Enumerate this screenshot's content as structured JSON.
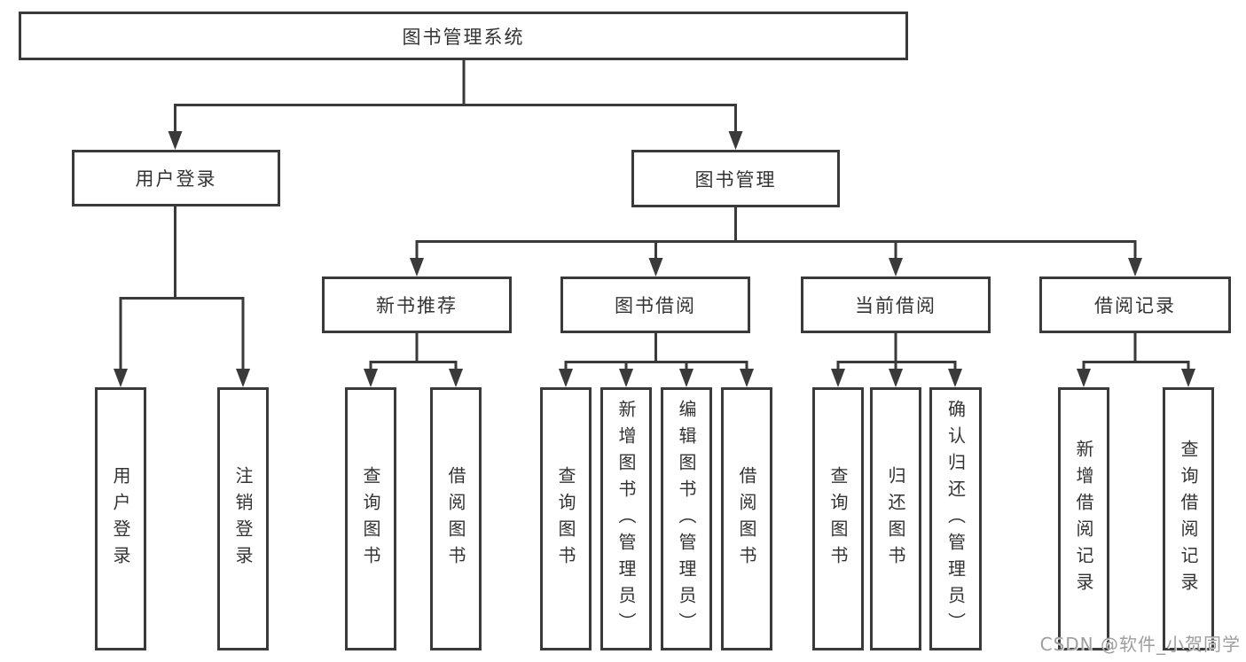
{
  "diagram": {
    "title_node": "图书管理系统",
    "root": {
      "label": "图书管理系统"
    },
    "branches": [
      {
        "label": "用户登录",
        "children": [
          {
            "label": "用户登录"
          },
          {
            "label": "注销登录"
          }
        ]
      },
      {
        "label": "图书管理",
        "children": [
          {
            "label": "新书推荐",
            "children": [
              {
                "label": "查询图书"
              },
              {
                "label": "借阅图书"
              }
            ]
          },
          {
            "label": "图书借阅",
            "children": [
              {
                "label": "查询图书"
              },
              {
                "label": "新增图书（管理员）"
              },
              {
                "label": "编辑图书（管理员）"
              },
              {
                "label": "借阅图书"
              }
            ]
          },
          {
            "label": "当前借阅",
            "children": [
              {
                "label": "查询图书"
              },
              {
                "label": "归还图书"
              },
              {
                "label": "确认归还（管理员）"
              }
            ]
          },
          {
            "label": "借阅记录",
            "children": [
              {
                "label": "新增借阅记录"
              },
              {
                "label": "查询借阅记录"
              }
            ]
          }
        ]
      }
    ],
    "watermark": {
      "text": "CSDN @软件_小贺同学"
    },
    "colors": {
      "line": "#3a3a3a",
      "text": "#333333",
      "background": "#ffffff",
      "watermark": "#9e9e9e"
    }
  }
}
